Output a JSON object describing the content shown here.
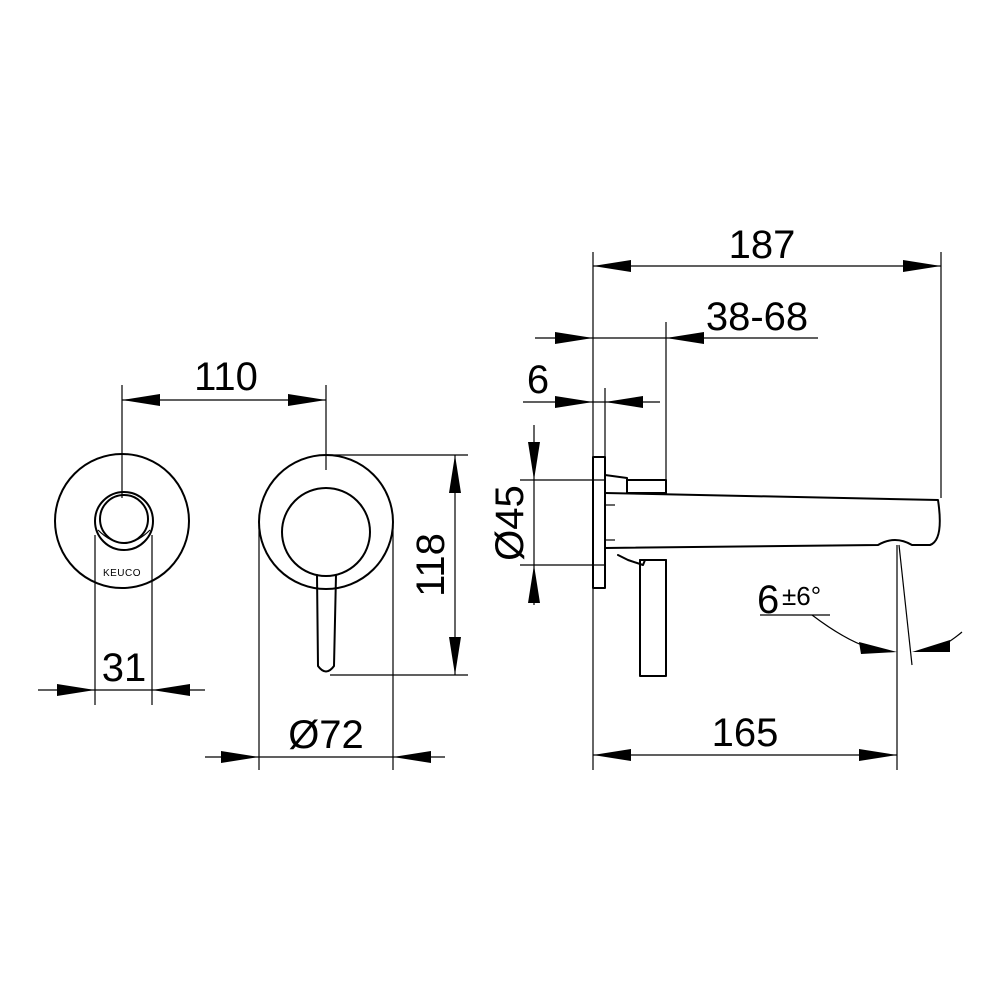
{
  "dimensions": {
    "rosette_width": "110",
    "button_diameter": "31",
    "lever_diameter": "Ø72",
    "lever_height": "118",
    "total_projection": "187",
    "wall_adjust": "38-68",
    "plate_thickness": "6",
    "body_diameter": "Ø45",
    "angle_main": "6",
    "angle_tol": "±6°",
    "spout_reach": "165"
  },
  "brand": {
    "logo_text": "KEUCO"
  }
}
